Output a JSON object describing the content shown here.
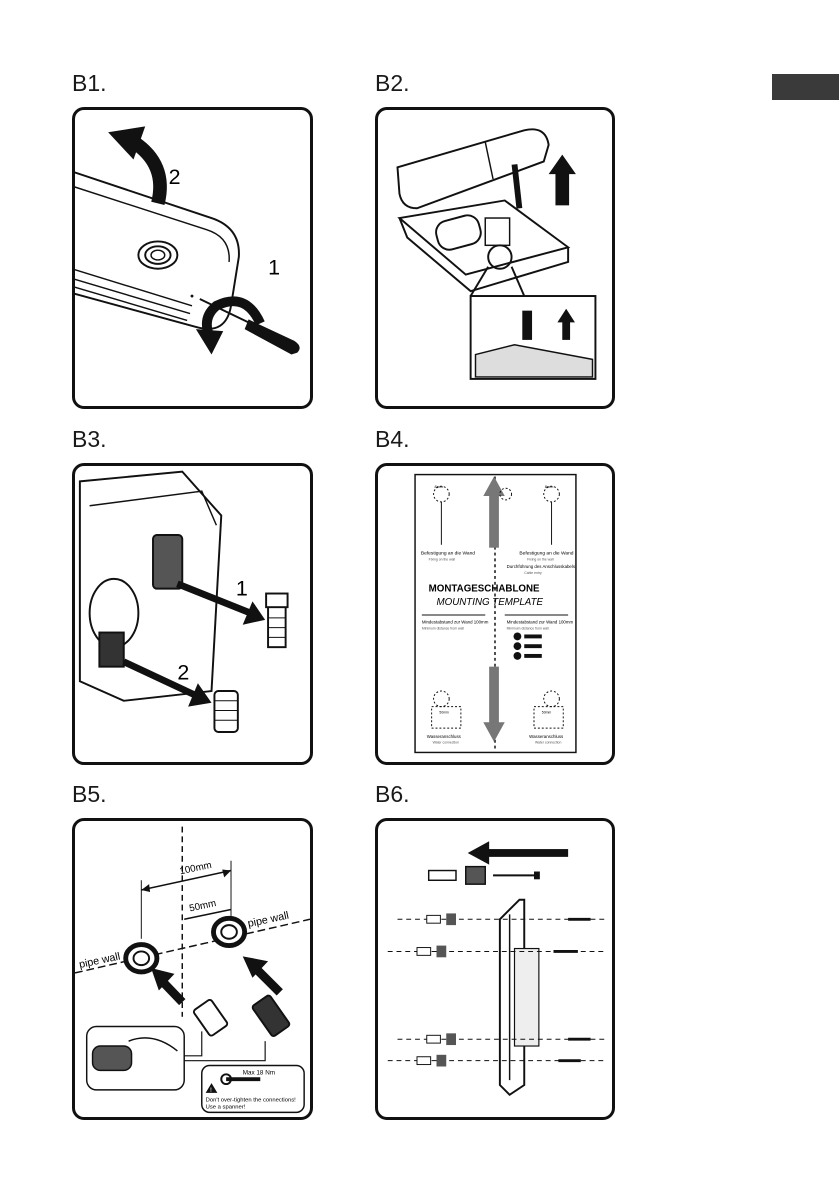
{
  "steps": {
    "b1": {
      "label": "B1.",
      "callout_1": "1",
      "callout_2": "2"
    },
    "b2": {
      "label": "B2."
    },
    "b3": {
      "label": "B3.",
      "callout_1": "1",
      "callout_2": "2"
    },
    "b4": {
      "label": "B4.",
      "hole_size": "8mm",
      "wall_fix_de": "Befestigung an die Wand",
      "wall_fix_en": "Fixing on the wall",
      "cable_de": "Durchführung des Anschlusskabels",
      "cable_en": "Cable entry",
      "title_de": "MONTAGESCHABLONE",
      "title_en": "MOUNTING TEMPLATE",
      "min_dist_de": "Mindestabstand zur Wand 100mm",
      "min_dist_en": "Minimum distance from wall",
      "water_conn_de": "Wasseranschluss",
      "water_conn_en": "Water connection",
      "water_mm": "50mm"
    },
    "b5": {
      "label": "B5.",
      "dim_100": "100mm",
      "dim_50": "50mm",
      "pipe_wall_left": "pipe wall",
      "pipe_wall_right": "pipe wall",
      "torque": "Max 18 Nm",
      "warning_line1": "Don't over-tighten the connections!",
      "warning_line2": "Use a spanner!"
    },
    "b6": {
      "label": "B6."
    }
  }
}
